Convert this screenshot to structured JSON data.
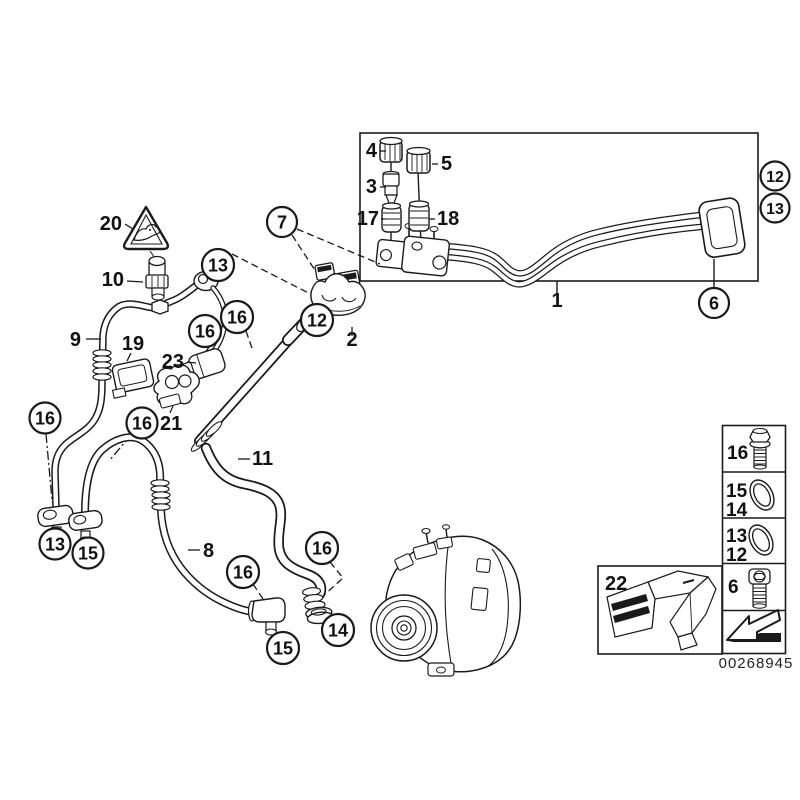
{
  "diagram_type": "vehicle-parts-diagram",
  "subject": "coolant-lines-and-ac-compressor",
  "colors": {
    "line": "#1a1a1a",
    "background": "#ffffff"
  },
  "labels": {
    "item1": "1",
    "item2": "2",
    "item3": "3",
    "item4": "4",
    "item5": "5",
    "item8": "8",
    "item9": "9",
    "item10": "10",
    "item11": "11",
    "item17": "17",
    "item18": "18",
    "item19": "19",
    "item20": "20",
    "item21": "21",
    "item22": "22",
    "item23": "23"
  },
  "callouts": {
    "c7": {
      "label": "7"
    },
    "c12a": {
      "label": "12"
    },
    "c12b": {
      "label": "12"
    },
    "c13a": {
      "label": "13"
    },
    "c13b": {
      "label": "13"
    },
    "c13c": {
      "label": "13"
    },
    "c14": {
      "label": "14"
    },
    "c15a": {
      "label": "15"
    },
    "c15b": {
      "label": "15"
    },
    "c16a": {
      "label": "16"
    },
    "c16b": {
      "label": "16"
    },
    "c16c": {
      "label": "16"
    },
    "c16d": {
      "label": "16"
    },
    "c16e": {
      "label": "16"
    },
    "c16f": {
      "label": "16"
    },
    "c6": {
      "label": "6"
    }
  },
  "legend": {
    "row1": {
      "num": "16",
      "icon": "hex-flange-bolt-icon"
    },
    "row2": {
      "num_top": "15",
      "num_bottom": "14",
      "icon": "o-ring-icon"
    },
    "row3": {
      "num_top": "13",
      "num_bottom": "12",
      "icon": "o-ring-icon"
    },
    "row4": {
      "num": "6",
      "icon": "socket-head-bolt-icon"
    },
    "row5": {
      "icon": "direction-arrow-icon"
    }
  },
  "inset_box": {
    "label": "22",
    "icon": "holder-bracket-illustration"
  },
  "warning": {
    "icon": "crocodile-warning-triangle-icon"
  },
  "footer": {
    "drawing_number": "00268945"
  }
}
